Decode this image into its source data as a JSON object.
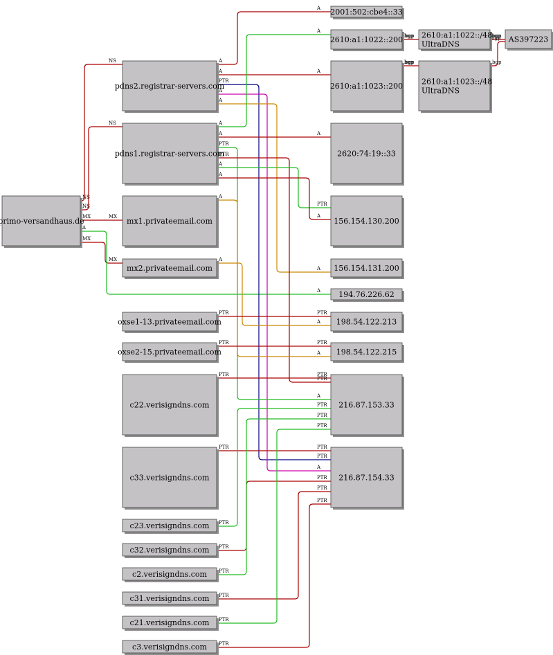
{
  "nodes": {
    "domain": [
      "primo-versandhaus.de"
    ],
    "pdns2": [
      "pdns2.registrar-servers.com"
    ],
    "pdns1": [
      "pdns1.registrar-servers.com"
    ],
    "mx1": [
      "mx1.privateemail.com"
    ],
    "mx2": [
      "mx2.privateemail.com"
    ],
    "oxse1": [
      "oxse1-13.privateemail.com"
    ],
    "oxse2": [
      "oxse2-15.privateemail.com"
    ],
    "c22": [
      "c22.verisigndns.com"
    ],
    "c33": [
      "c33.verisigndns.com"
    ],
    "c23": [
      "c23.verisigndns.com"
    ],
    "c32": [
      "c32.verisigndns.com"
    ],
    "c2": [
      "c2.verisigndns.com"
    ],
    "c31": [
      "c31.verisigndns.com"
    ],
    "c21": [
      "c21.verisigndns.com"
    ],
    "c3": [
      "c3.verisigndns.com"
    ],
    "ip_2001": [
      "2001:502:cbe4::33"
    ],
    "ip_2610_200": [
      "2610:a1:1022::200"
    ],
    "ip_2610_1023_200": [
      "2610:a1:1023::200"
    ],
    "ip_2620": [
      "2620:74:19::33"
    ],
    "ip_156_130": [
      "156.154.130.200"
    ],
    "ip_156_131": [
      "156.154.131.200"
    ],
    "ip_194": [
      "194.76.226.62"
    ],
    "ip_198_213": [
      "198.54.122.213"
    ],
    "ip_198_215": [
      "198.54.122.215"
    ],
    "ip_216_153": [
      "216.87.153.33"
    ],
    "ip_216_154": [
      "216.87.154.33"
    ],
    "prefix_1022": [
      "2610:a1:1022::/48",
      "UltraDNS"
    ],
    "prefix_1023": [
      "2610:a1:1023::/48",
      "UltraDNS"
    ],
    "asn": [
      "AS397223"
    ]
  },
  "edges": [
    {
      "from": "domain",
      "to": "pdns2",
      "color": "#aa0000",
      "label_from": "NS",
      "label_to": "NS"
    },
    {
      "from": "domain",
      "to": "pdns1",
      "color": "#aa0000",
      "label_from": "NS",
      "label_to": "NS"
    },
    {
      "from": "domain",
      "to": "mx1",
      "color": "#aa0000",
      "label_from": "MX",
      "label_to": "MX"
    },
    {
      "from": "domain",
      "to": "mx2",
      "color": "#aa0000",
      "label_from": "MX",
      "label_to": "MX"
    },
    {
      "from": "domain",
      "to": "ip_194",
      "color": "#22bb22",
      "label_from": "A",
      "label_to": "A"
    },
    {
      "from": "pdns2",
      "to": "ip_2001",
      "color": "#aa0000",
      "label_from": "A",
      "label_to": "A"
    },
    {
      "from": "pdns2",
      "to": "ip_2610_1023_200",
      "color": "#aa0000",
      "label_from": "A",
      "label_to": "A"
    },
    {
      "from": "pdns2",
      "to": "ip_216_154",
      "color": "#000080",
      "label_from": "PTR",
      "label_to": "PTR"
    },
    {
      "from": "pdns2",
      "to": "ip_216_154",
      "color": "#cc00aa",
      "label_from": "A",
      "label_to": "A"
    },
    {
      "from": "pdns2",
      "to": "ip_156_131",
      "color": "#cc8800",
      "label_from": "A",
      "label_to": "A"
    },
    {
      "from": "pdns1",
      "to": "ip_2610_200",
      "color": "#22bb22",
      "label_from": "A",
      "label_to": "A"
    },
    {
      "from": "pdns1",
      "to": "ip_2620",
      "color": "#aa0000",
      "label_from": "A",
      "label_to": "A"
    },
    {
      "from": "pdns1",
      "to": "ip_216_153",
      "color": "#22bb22",
      "label_from": "PTR",
      "label_to": "A"
    },
    {
      "from": "pdns1",
      "to": "ip_216_153",
      "color": "#aa0000",
      "label_from": "PTR",
      "label_to": "PTR"
    },
    {
      "from": "pdns1",
      "to": "ip_156_130",
      "color": "#22bb22",
      "label_from": "A",
      "label_to": "PTR"
    },
    {
      "from": "pdns1",
      "to": "ip_156_130",
      "color": "#aa0000",
      "label_from": "A",
      "label_to": "A"
    },
    {
      "from": "mx1",
      "to": "ip_198_215",
      "color": "#cc8800",
      "label_from": "A",
      "label_to": "A"
    },
    {
      "from": "mx2",
      "to": "ip_198_213",
      "color": "#cc8800",
      "label_from": "A",
      "label_to": "A"
    },
    {
      "from": "oxse1",
      "to": "ip_198_213",
      "color": "#aa0000",
      "label_from": "PTR",
      "label_to": "PTR"
    },
    {
      "from": "oxse2",
      "to": "ip_198_215",
      "color": "#aa0000",
      "label_from": "PTR",
      "label_to": "PTR"
    },
    {
      "from": "c22",
      "to": "ip_216_153",
      "color": "#aa0000",
      "label_from": "PTR",
      "label_to": "PTR"
    },
    {
      "from": "c33",
      "to": "ip_216_154",
      "color": "#aa0000",
      "label_from": "PTR",
      "label_to": "PTR"
    },
    {
      "from": "c23",
      "to": "ip_216_153",
      "color": "#22bb22",
      "label_from": "PTR",
      "label_to": "PTR"
    },
    {
      "from": "c32",
      "to": "ip_216_154",
      "color": "#aa0000",
      "label_from": "PTR",
      "label_to": "PTR"
    },
    {
      "from": "c2",
      "to": "ip_216_153",
      "color": "#22bb22",
      "label_from": "PTR",
      "label_to": "PTR"
    },
    {
      "from": "c31",
      "to": "ip_216_154",
      "color": "#aa0000",
      "label_from": "PTR",
      "label_to": "PTR"
    },
    {
      "from": "c21",
      "to": "ip_216_153",
      "color": "#22bb22",
      "label_from": "PTR",
      "label_to": "PTR"
    },
    {
      "from": "c3",
      "to": "ip_216_154",
      "color": "#aa0000",
      "label_from": "PTR",
      "label_to": "PTR"
    },
    {
      "from": "ip_2610_200",
      "to": "prefix_1022",
      "color": "#aa0000",
      "label_from": "bgp",
      "label_to": "bgp"
    },
    {
      "from": "ip_2610_1023_200",
      "to": "prefix_1023",
      "color": "#aa0000",
      "label_from": "bgp",
      "label_to": "bgp"
    },
    {
      "from": "prefix_1022",
      "to": "asn",
      "color": "#aa0000",
      "label_from": "bgp",
      "label_to": "bgp"
    },
    {
      "from": "prefix_1023",
      "to": "asn",
      "color": "#aa0000",
      "label_from": "bgp",
      "label_to": "bgp"
    }
  ]
}
